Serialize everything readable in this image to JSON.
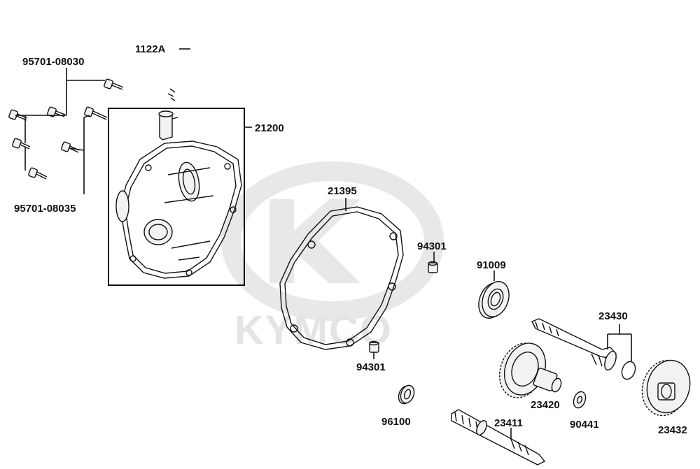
{
  "watermark": {
    "brand": "KYMCO"
  },
  "labels": {
    "hose": "1122A",
    "bolt_upper": "95701-08030",
    "bolt_lower": "95701-08035",
    "cover": "21200",
    "gasket": "21395",
    "dowel_upper": "94301",
    "dowel_lower": "94301",
    "bearing": "91009",
    "seal": "96100",
    "shaft_gear": "23430",
    "counter_gear": "23420",
    "washer": "90441",
    "drive_shaft": "23411",
    "final_gear": "23432"
  }
}
